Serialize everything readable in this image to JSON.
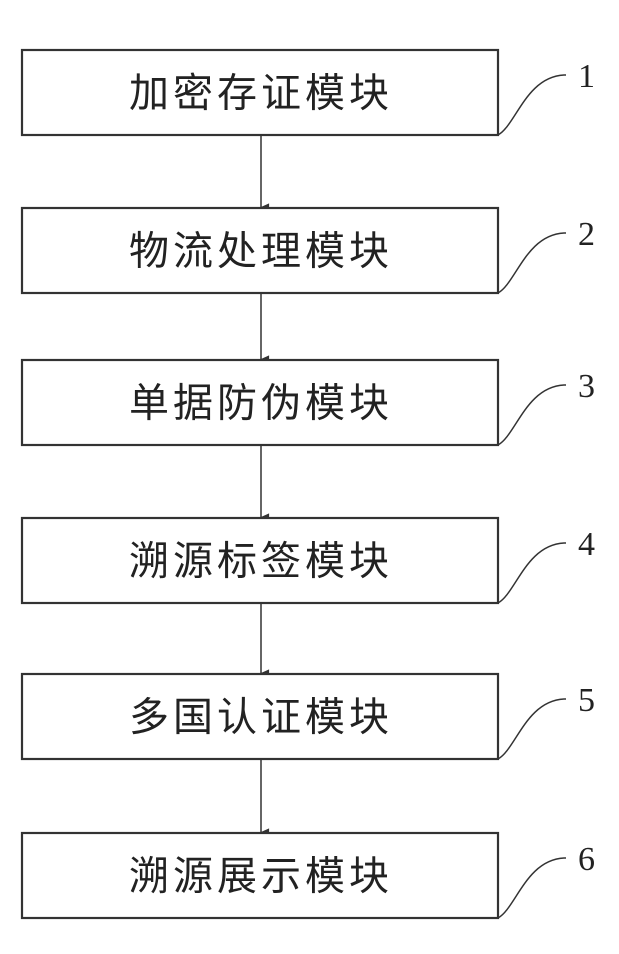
{
  "diagram": {
    "type": "flowchart",
    "direction": "top-to-bottom",
    "line_color": "#333333",
    "modules": [
      {
        "id": "1",
        "label": "加密存证模块",
        "ref": "1"
      },
      {
        "id": "2",
        "label": "物流处理模块",
        "ref": "2"
      },
      {
        "id": "3",
        "label": "单据防伪模块",
        "ref": "3"
      },
      {
        "id": "4",
        "label": "溯源标签模块",
        "ref": "4"
      },
      {
        "id": "5",
        "label": "多国认证模块",
        "ref": "5"
      },
      {
        "id": "6",
        "label": "溯源展示模块",
        "ref": "6"
      }
    ],
    "edges": [
      {
        "from": "1",
        "to": "2"
      },
      {
        "from": "2",
        "to": "3"
      },
      {
        "from": "3",
        "to": "4"
      },
      {
        "from": "4",
        "to": "5"
      },
      {
        "from": "5",
        "to": "6"
      }
    ]
  }
}
